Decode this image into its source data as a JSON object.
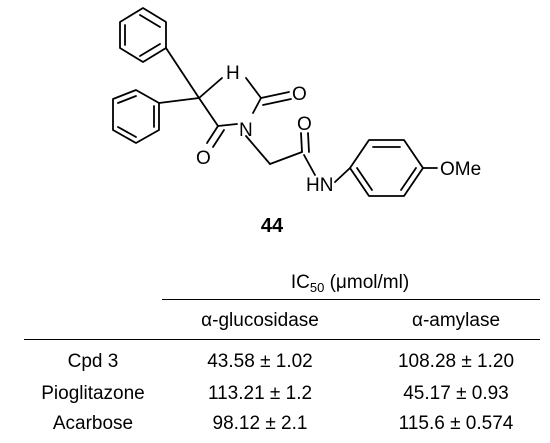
{
  "structure": {
    "atoms": {
      "nh": "H",
      "n_ring": "N",
      "o_carbonyl_top": "O",
      "o_carbonyl_left": "O",
      "o_amide": "O",
      "hn_amide": "HN",
      "ome": "OMe"
    },
    "compound_number": "44"
  },
  "table": {
    "header_prefix": "IC",
    "header_sub": "50",
    "header_suffix": " (μmol/ml)",
    "columns": [
      "α-glucosidase",
      "α-amylase"
    ],
    "rows": [
      {
        "name": "Cpd 3",
        "glucosidase": "43.58 ± 1.02",
        "amylase": "108.28 ± 1.20"
      },
      {
        "name": "Pioglitazone",
        "glucosidase": "113.21 ± 1.2",
        "amylase": "45.17 ± 0.93"
      },
      {
        "name": "Acarbose",
        "glucosidase": "98.12 ± 2.1",
        "amylase": "115.6 ± 0.574"
      }
    ]
  }
}
